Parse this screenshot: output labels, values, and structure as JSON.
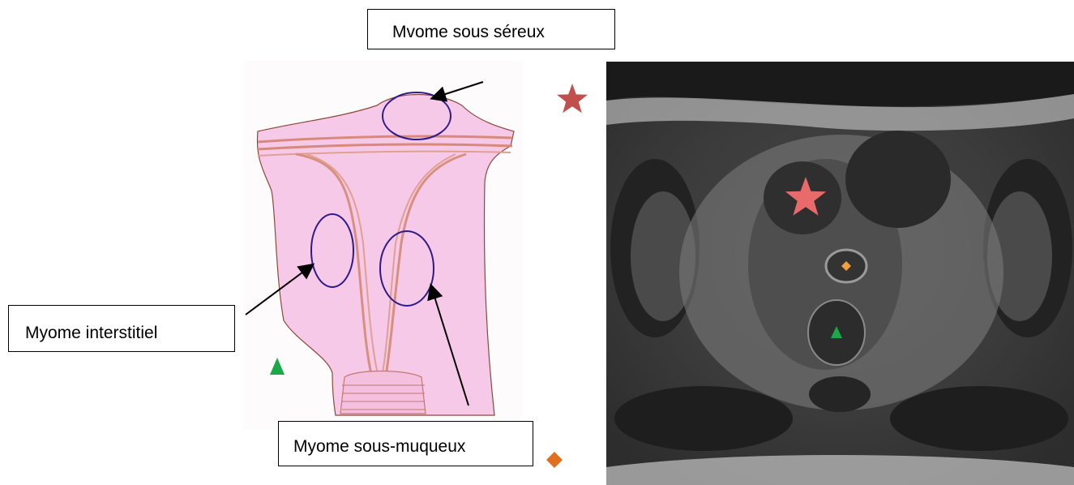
{
  "labels": {
    "subserous": "Mvome sous séreux",
    "interstitial": "Myome interstitiel",
    "submucous": "Myome sous-muqueux"
  },
  "markers": {
    "subserous": {
      "icon": "star-icon",
      "color": "#c0504d"
    },
    "interstitial": {
      "icon": "triangle-icon",
      "color": "#1aa84a"
    },
    "submucous": {
      "icon": "diamond-icon",
      "color": "#e07020"
    }
  },
  "colors": {
    "uterus_fill": "#f7c9e9",
    "uterus_outline": "#8a4a3a",
    "myoma_outline": "#2e1a8a",
    "arrow": "#000000"
  }
}
